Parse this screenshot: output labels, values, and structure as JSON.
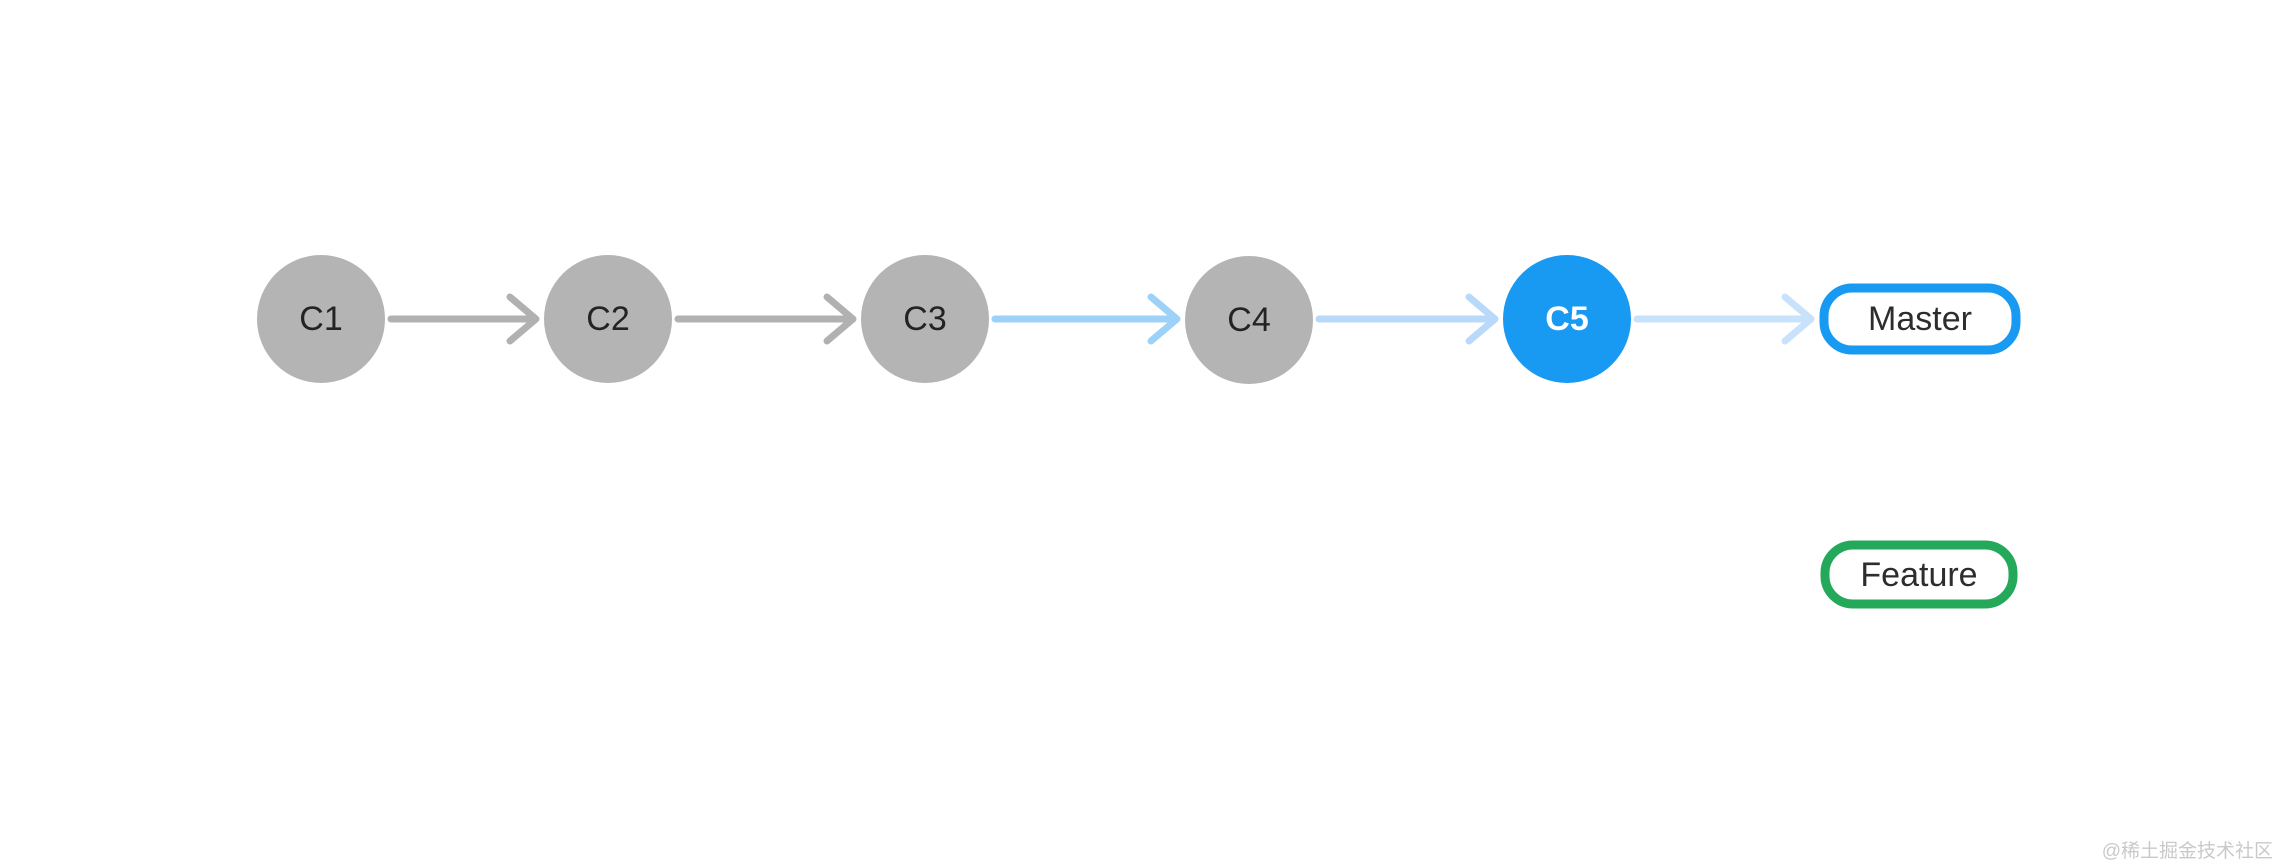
{
  "diagram": {
    "description": "git commit history graph with five commits on master and an empty feature branch pointer",
    "nodes": [
      {
        "id": "c1",
        "label": "C1",
        "kind": "commit",
        "fill": "#b4b4b4",
        "text_color": "#232323"
      },
      {
        "id": "c2",
        "label": "C2",
        "kind": "commit",
        "fill": "#b4b4b4",
        "text_color": "#232323"
      },
      {
        "id": "c3",
        "label": "C3",
        "kind": "commit",
        "fill": "#b4b4b4",
        "text_color": "#232323"
      },
      {
        "id": "c4",
        "label": "C4",
        "kind": "commit",
        "fill": "#b4b4b4",
        "text_color": "#232323"
      },
      {
        "id": "c5",
        "label": "C5",
        "kind": "commit-head",
        "fill": "#1899f2",
        "text_color": "#ffffff"
      }
    ],
    "edges": [
      {
        "from": "C1",
        "to": "C2",
        "color": "#b1b1b1"
      },
      {
        "from": "C2",
        "to": "C3",
        "color": "#b1b1b1"
      },
      {
        "from": "C3",
        "to": "C4",
        "color": "#9cd1f8"
      },
      {
        "from": "C4",
        "to": "C5",
        "color": "#b9d9fa"
      },
      {
        "from": "C5",
        "to": "Master",
        "color": "#c9e2fc"
      }
    ],
    "branches": [
      {
        "id": "master",
        "label": "Master",
        "border_color": "#1899f2",
        "text_color": "#2d2d2d",
        "fill": "#ffffff"
      },
      {
        "id": "feature",
        "label": "Feature",
        "border_color": "#24a85a",
        "text_color": "#2d2d2d",
        "fill": "#ffffff"
      }
    ]
  },
  "watermark": {
    "text": "@稀土掘金技术社区",
    "color": "#c9c9c9"
  }
}
